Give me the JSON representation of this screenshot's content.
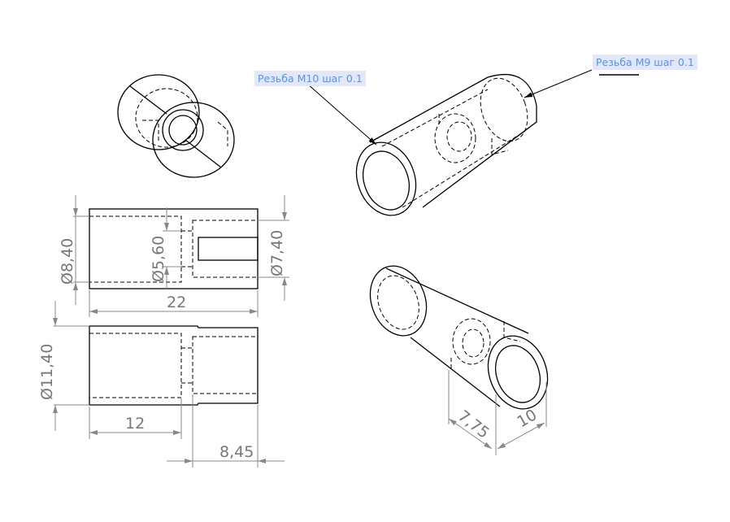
{
  "notes": {
    "thread_m10": "Резьба M10 шаг 0.1",
    "thread_m9": "Резьба M9 шаг 0.1"
  },
  "dimensions": {
    "dia_8_40": "Ø8,40",
    "dia_5_60": "Ø5,60",
    "dia_7_40": "Ø7,40",
    "length_22": "22",
    "dia_11_40": "Ø11,40",
    "length_12": "12",
    "length_8_45": "8,45",
    "iso_7_75": "7,75",
    "iso_10": "10"
  }
}
